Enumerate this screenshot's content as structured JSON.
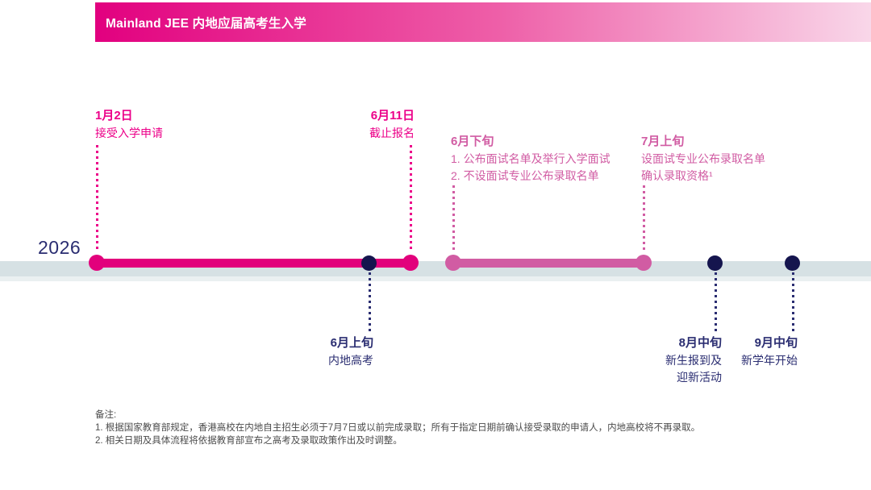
{
  "header": {
    "title": "Mainland JEE 内地应届高考生入学"
  },
  "timeline": {
    "year": "2026",
    "above": [
      {
        "date": "1月2日",
        "lines": [
          "接受入学申请"
        ]
      },
      {
        "date": "6月11日",
        "lines": [
          "截止报名"
        ]
      },
      {
        "date": "6月下旬",
        "lines": [
          "1.  公布面试名单及举行入学面试",
          "2. 不设面试专业公布录取名单"
        ]
      },
      {
        "date": "7月上旬",
        "lines": [
          "设面试专业公布录取名单",
          "确认录取资格¹"
        ]
      }
    ],
    "below": [
      {
        "date": "6月上旬",
        "lines": [
          "内地高考"
        ]
      },
      {
        "date": "8月中旬",
        "lines": [
          "新生报到及",
          "迎新活动"
        ]
      },
      {
        "date": "9月中旬",
        "lines": [
          "新学年开始"
        ]
      }
    ]
  },
  "notes": {
    "heading": "备注:",
    "items": [
      "1.  根据国家教育部规定，香港高校在内地自主招生必须于7月7日或以前完成录取；所有于指定日期前确认接受录取的申请人，内地高校将不再录取。",
      "2. 相关日期及具体流程将依据教育部宣布之高考及录取政策作出及时调整。"
    ]
  },
  "colors": {
    "magenta": "#ec0089",
    "magenta-bar": "#e2017c",
    "pink": "#d15ca3",
    "navy": "#2a2d71",
    "navy-dot": "#15154e",
    "band": "#d6e1e4",
    "band-light": "#eaf0f1",
    "banner-start": "#e2007f",
    "banner-mid": "#ee5fa8",
    "banner-end": "#f9d7e9",
    "note": "#4b4b4b"
  }
}
